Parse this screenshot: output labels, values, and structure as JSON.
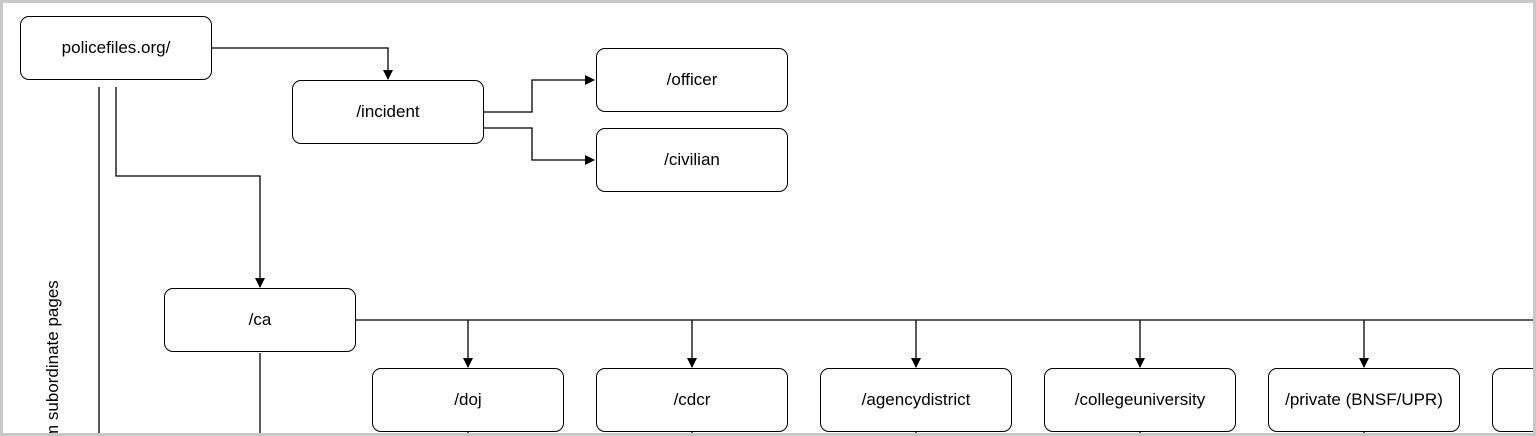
{
  "nodes": {
    "root": "policefiles.org/",
    "incident": "/incident",
    "officer": "/officer",
    "civilian": "/civilian",
    "ca": "/ca",
    "doj": "/doj",
    "cdcr": "/cdcr",
    "agencydistrict": "/agencydistrict",
    "collegeuniversity": "/collegeuniversity",
    "private": "/private (BNSF/UPR)",
    "cut_off": ""
  },
  "side_label": "m subordinate pages",
  "colors": {
    "line": "#000000",
    "frame": "#c8c8c8",
    "background": "#ffffff"
  }
}
